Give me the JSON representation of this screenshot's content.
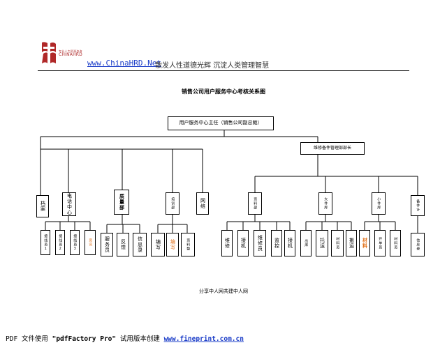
{
  "header": {
    "logo_text_line1": "专业人力资源咨询",
    "logo_text_line2": "CHINAHRD",
    "site_url": "www.ChinaHRD.Net",
    "slogan": "散发人性道德光辉  沉淀人类管理智慧"
  },
  "diagram": {
    "title": "销售公司用户服务中心考核关系图",
    "root": "用户服务中心主任（销售公司副总裁）",
    "manager": "维修备件管理部部长",
    "groups_left": [
      {
        "label": "档案",
        "children": []
      },
      {
        "label": "电话中心",
        "children": [
          "接线员1",
          "接线员2",
          "接线员3",
          "资讯"
        ]
      },
      {
        "label": "质量部",
        "children": [
          "服务员",
          "反馈",
          "信息录"
        ]
      },
      {
        "label": "培训部",
        "children": [
          "编写",
          "编写",
          "资料整"
        ]
      },
      {
        "label": "网络",
        "children": []
      }
    ],
    "groups_right": [
      {
        "label": "资料部",
        "children": [
          "维修",
          "接机",
          "维修员",
          "监控",
          "接机"
        ]
      },
      {
        "label": "大件库",
        "children": [
          "出库",
          "托运",
          "材料员",
          "搬运"
        ]
      },
      {
        "label": "小件库",
        "children": [
          "材料",
          "开单员",
          "材料员"
        ]
      },
      {
        "label": "备件计",
        "children": [
          "信息录"
        ]
      }
    ],
    "footer_credit": "分享中人网共建中人网"
  },
  "pdf_note": {
    "prefix": "PDF 文件使用 ",
    "product": "\"pdfFactory Pro\"",
    "middle": " 试用版本创建 ",
    "link": "www.fineprint.com.cn"
  }
}
